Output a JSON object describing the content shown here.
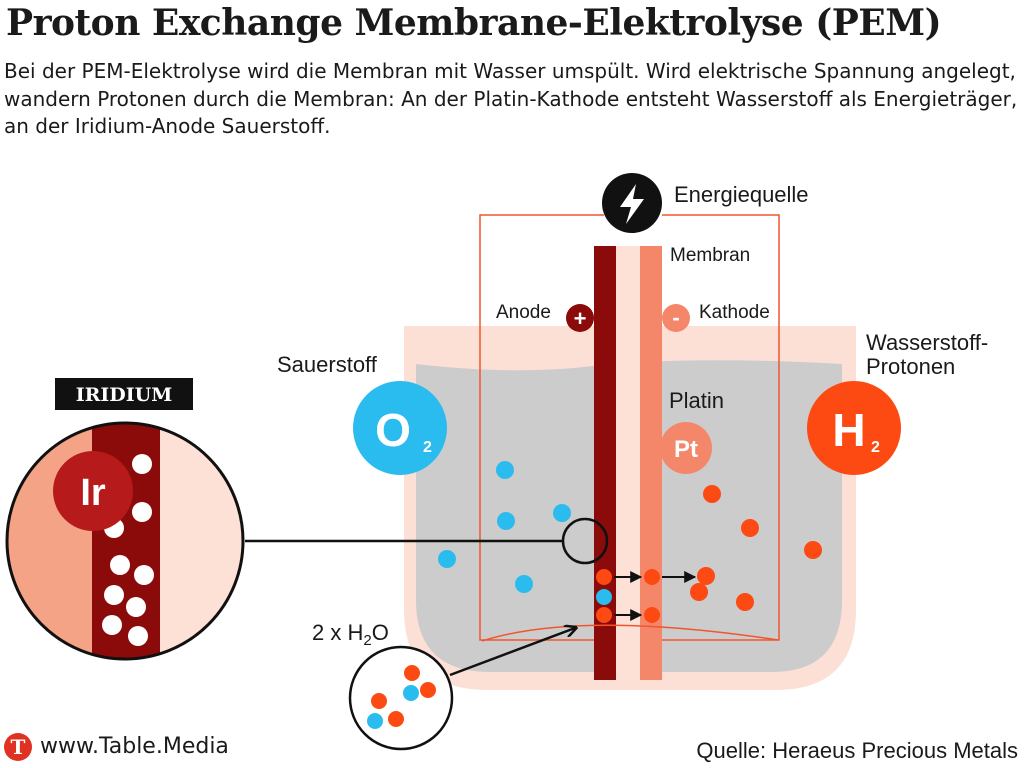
{
  "header": {
    "title": "Proton Exchange Membrane-Elektrolyse (PEM)",
    "intro": "Bei der PEM-Elektrolyse wird die Membran mit Wasser umspült. Wird elektrische Spannung angelegt, wandern Protonen durch die Membran: An der Platin-Kathode entsteht Wasserstoff als Energieträger, an der Iridium-Anode Sauerstoff."
  },
  "labels": {
    "energy_source": "Energiequelle",
    "membrane": "Membran",
    "anode": "Anode",
    "anode_sign": "+",
    "cathode": "Kathode",
    "cathode_sign": "-",
    "oxygen": "Sauerstoff",
    "oxygen_symbol": "O",
    "oxygen_sub": "2",
    "hydrogen_line1": "Wasserstoff-",
    "hydrogen_line2": "Protonen",
    "hydrogen_symbol": "H",
    "hydrogen_sub": "2",
    "platinum": "Platin",
    "platinum_symbol": "Pt",
    "iridium_tag": "IRIDIUM",
    "iridium_symbol": "Ir",
    "water_prefix": "2 x H",
    "water_sub": "2",
    "water_suffix": "O"
  },
  "footer": {
    "logo": "T",
    "site": "www.Table.Media",
    "source": "Quelle: Heraeus Precious Metals"
  },
  "colors": {
    "anode": "#8b0a0a",
    "cathode": "#f4866a",
    "membrane": "#fde0d6",
    "water": "#cccccc",
    "tank": "#fce0d6",
    "oxygen": "#2bbcef",
    "hydrogen": "#fc4a12",
    "circuit": "#f0562e"
  }
}
